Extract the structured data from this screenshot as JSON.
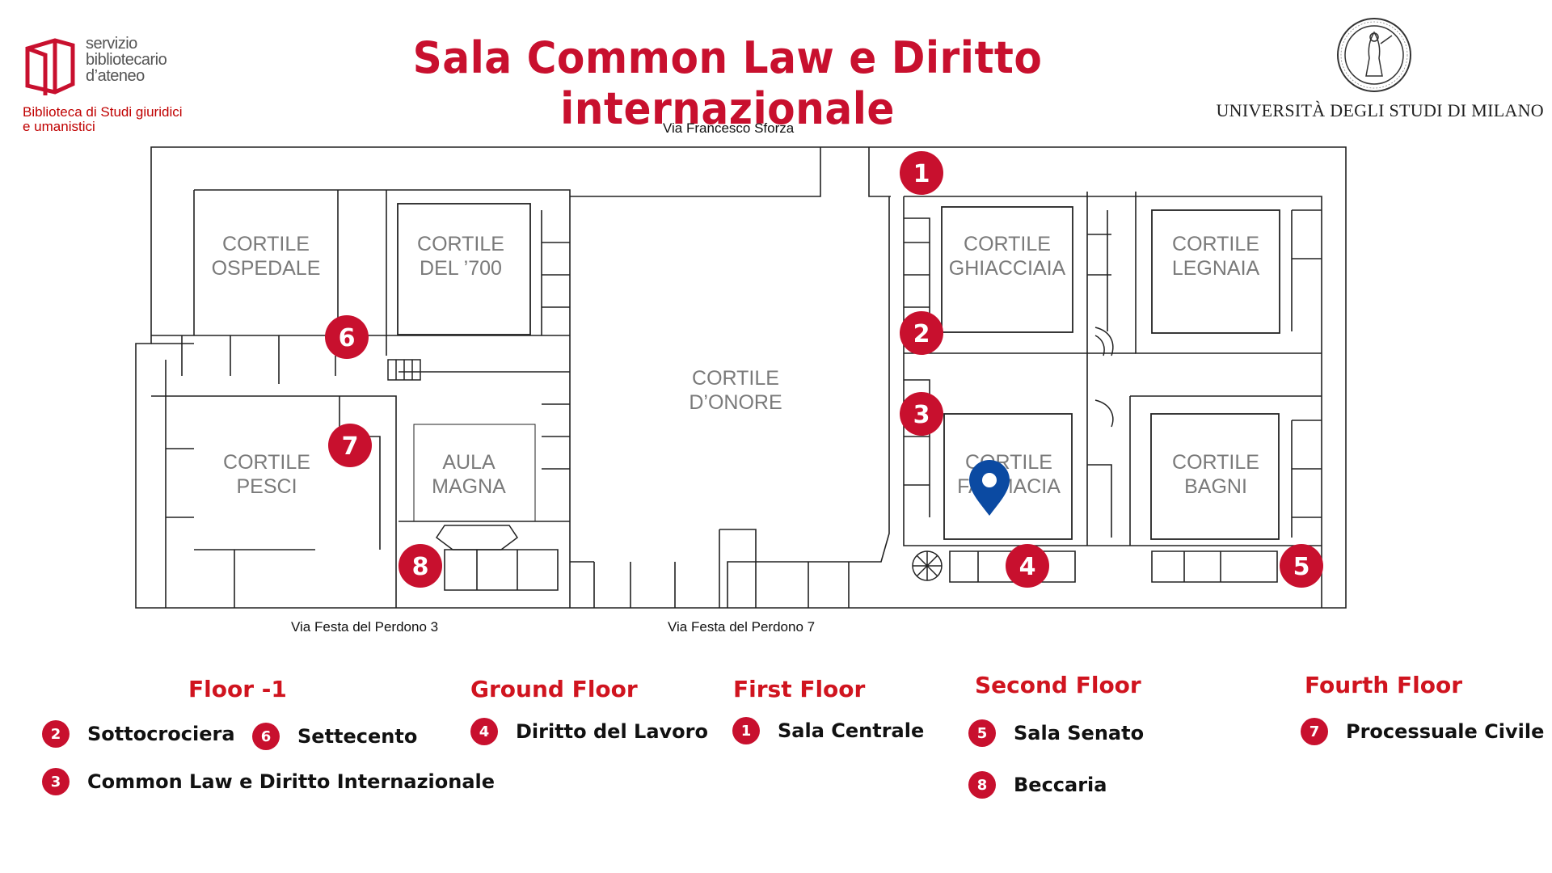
{
  "header": {
    "logo": {
      "line1": "servizio",
      "line2": "bibliotecario",
      "line3": "d’ateneo",
      "sub1": "Biblioteca di Studi giuridici",
      "sub2": "e umanistici"
    },
    "title": "Sala Common Law e Diritto internazionale",
    "university": "UNIVERSITÀ DEGLI STUDI DI MILANO"
  },
  "map": {
    "streets": {
      "top": "Via Francesco Sforza",
      "bottom_left": "Via Festa del Perdono 3",
      "bottom_right": "Via Festa del Perdono 7"
    },
    "courtyards": [
      {
        "line1": "CORTILE",
        "line2": "OSPEDALE"
      },
      {
        "line1": "CORTILE",
        "line2": "DEL ’700"
      },
      {
        "line1": "CORTILE",
        "line2": "D’ONORE"
      },
      {
        "line1": "CORTILE",
        "line2": "GHIACCIAIA"
      },
      {
        "line1": "CORTILE",
        "line2": "LEGNAIA"
      },
      {
        "line1": "CORTILE",
        "line2": "PESCI"
      },
      {
        "line1": "AULA",
        "line2": "MAGNA"
      },
      {
        "line1": "CORTILE",
        "line2": "FARMACIA"
      },
      {
        "line1": "CORTILE",
        "line2": "BAGNI"
      }
    ],
    "markers": [
      "1",
      "2",
      "3",
      "4",
      "5",
      "6",
      "7",
      "8"
    ],
    "marker_color": "#c8102e",
    "location_pin": {
      "icon": "location-pin-icon",
      "color": "#0b4aa2"
    }
  },
  "legend": {
    "floors": [
      {
        "title": "Floor -1",
        "items": [
          {
            "num": "2",
            "label": "Sottocrociera"
          },
          {
            "num": "6",
            "label": "Settecento"
          },
          {
            "num": "3",
            "label": "Common Law e Diritto Internazionale"
          }
        ]
      },
      {
        "title": "Ground Floor",
        "items": [
          {
            "num": "4",
            "label": "Diritto del Lavoro"
          }
        ]
      },
      {
        "title": "First Floor",
        "items": [
          {
            "num": "1",
            "label": "Sala Centrale"
          }
        ]
      },
      {
        "title": "Second Floor",
        "items": [
          {
            "num": "5",
            "label": "Sala Senato"
          },
          {
            "num": "8",
            "label": "Beccaria"
          }
        ]
      },
      {
        "title": "Fourth Floor",
        "items": [
          {
            "num": "7",
            "label": "Processuale Civile"
          }
        ]
      }
    ]
  }
}
